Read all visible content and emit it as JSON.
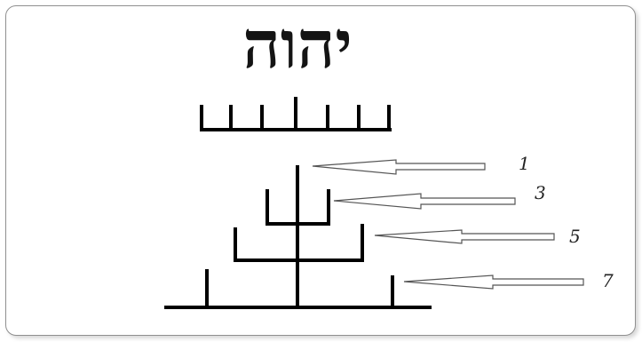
{
  "title_text": "יהוה",
  "labels": {
    "one": "1",
    "three": "3",
    "five": "5",
    "seven": "7"
  },
  "colors": {
    "stroke": "#000000",
    "arrow_stroke": "#555555",
    "frame_border": "#8f8f8f"
  }
}
